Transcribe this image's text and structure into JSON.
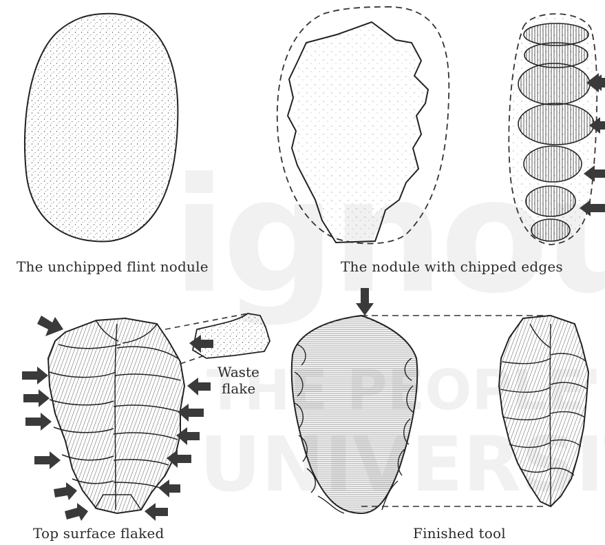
{
  "diagram": {
    "captions": {
      "unchipped": "The unchipped flint nodule",
      "chipped": "The nodule with chipped edges",
      "top_surface": "Top surface flaked",
      "finished": "Finished tool"
    },
    "waste_label": {
      "line1": "Waste",
      "line2": "flake"
    },
    "watermark": {
      "line1": "ignou",
      "line2": "THE PEOPLE'S",
      "line3": "UNIVERSITY"
    },
    "colors": {
      "ink": "#2a2a2a",
      "arrow": "#3a3a3a",
      "paper": "#ffffff"
    }
  }
}
